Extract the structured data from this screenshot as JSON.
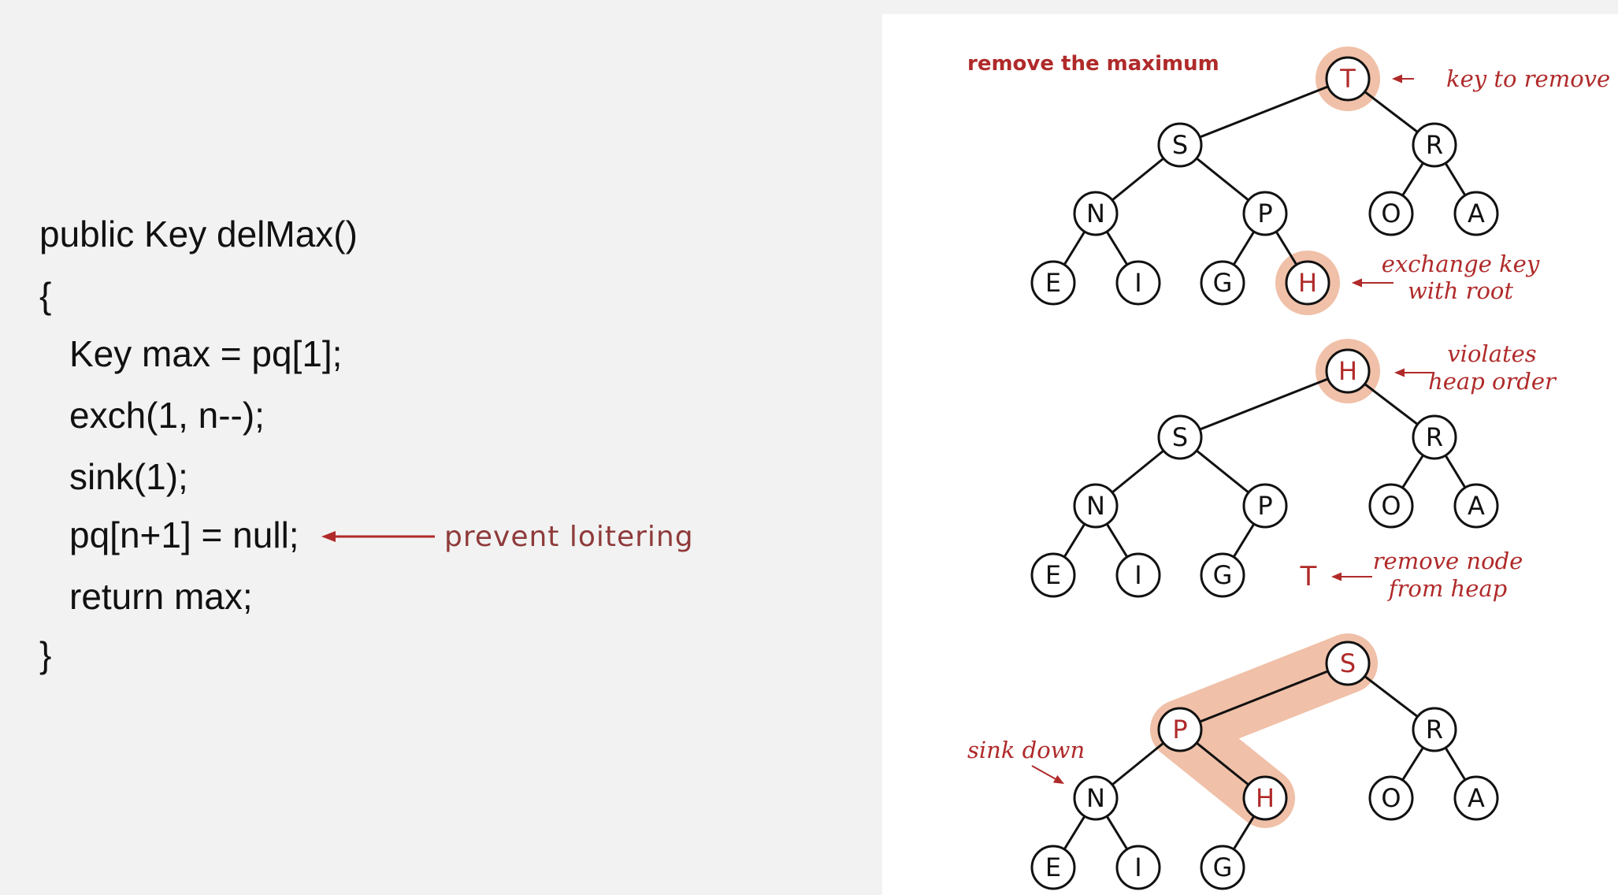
{
  "code": {
    "lines": [
      "public Key delMax()",
      "{",
      "Key max = pq[1];",
      "exch(1, n--);",
      "sink(1);",
      "pq[n+1] = null;",
      "return max;",
      "}"
    ],
    "annotation": "prevent loitering"
  },
  "diagram": {
    "title": "remove the maximum",
    "steps": [
      {
        "nodes": [
          "T",
          "S",
          "R",
          "N",
          "P",
          "O",
          "A",
          "E",
          "I",
          "G",
          "H"
        ],
        "highlighted": [
          "T",
          "H"
        ],
        "annotations": [
          {
            "lines": [
              "key to remove"
            ]
          },
          {
            "lines": [
              "exchange key",
              "with root"
            ]
          }
        ]
      },
      {
        "nodes": [
          "H",
          "S",
          "R",
          "N",
          "P",
          "O",
          "A",
          "E",
          "I",
          "G"
        ],
        "removed_key": "T",
        "highlighted": [
          "H"
        ],
        "annotations": [
          {
            "lines": [
              "violates",
              "heap order"
            ]
          },
          {
            "lines": [
              "remove node",
              "from heap"
            ]
          }
        ]
      },
      {
        "nodes": [
          "S",
          "P",
          "R",
          "N",
          "H",
          "O",
          "A",
          "E",
          "I",
          "G"
        ],
        "highlighted_path": [
          "S",
          "P",
          "H"
        ],
        "annotations": [
          {
            "lines": [
              "sink down"
            ]
          }
        ]
      }
    ]
  },
  "colors": {
    "accent": "#b02a2a",
    "highlight": "#f0c0a8",
    "code_text": "#111111",
    "code_annotation": "#8f3a3a",
    "left_background": "#f2f2f2",
    "right_background": "#ffffff"
  }
}
